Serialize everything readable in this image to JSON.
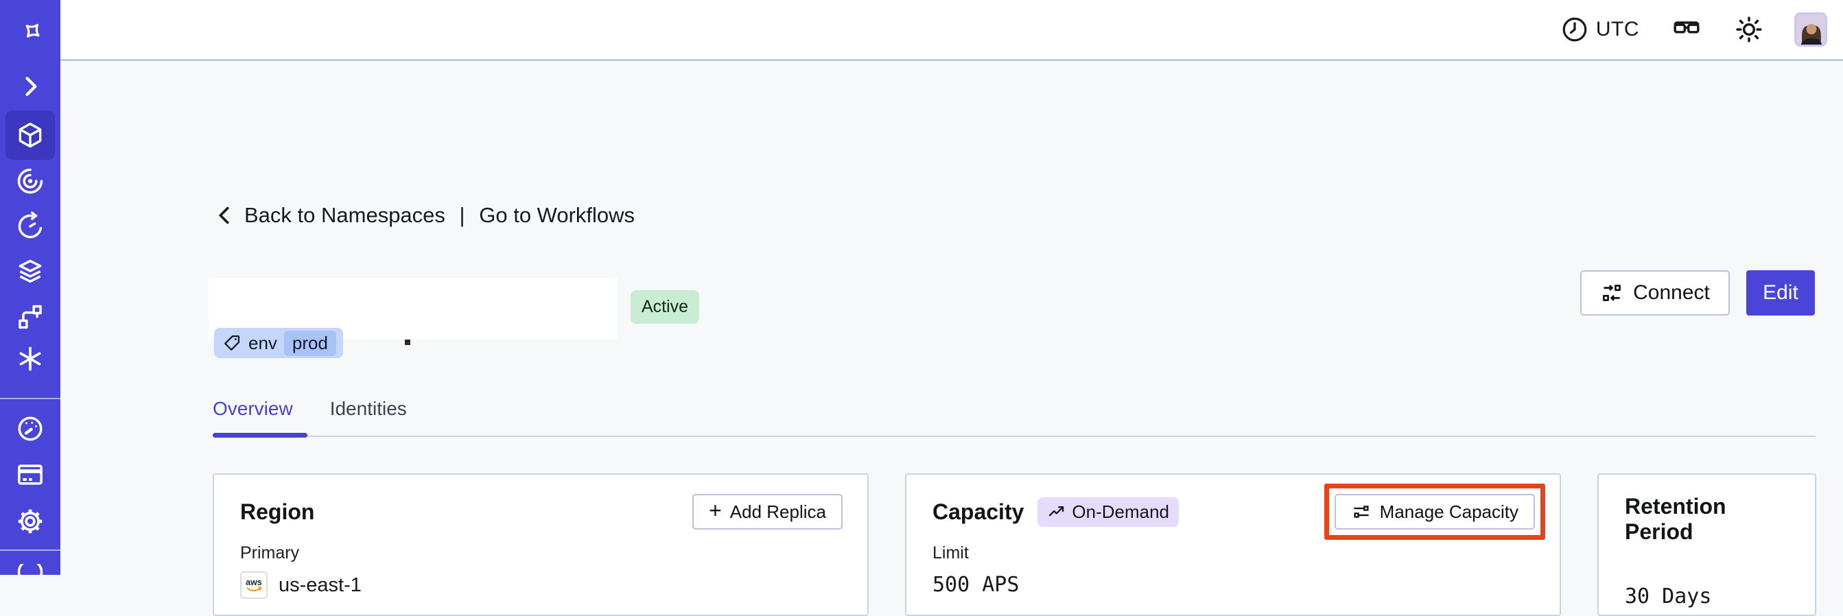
{
  "topbar": {
    "timezone": "UTC"
  },
  "sidebar": {
    "icons": [
      "temporal-logo",
      "expand-chevron",
      "namespaces",
      "workflows",
      "schedules",
      "batch-operations",
      "deployments",
      "nexus",
      "usage",
      "billing",
      "settings",
      "account"
    ]
  },
  "nav": {
    "back_label": "Back to Namespaces",
    "separator": "|",
    "workflows_label": "Go to Workflows"
  },
  "namespace": {
    "status": "Active",
    "tag_key": "env",
    "tag_value": "prod"
  },
  "actions": {
    "connect": "Connect",
    "edit": "Edit"
  },
  "tabs": [
    {
      "label": "Overview",
      "active": true
    },
    {
      "label": "Identities",
      "active": false
    }
  ],
  "cards": {
    "region": {
      "title": "Region",
      "button_plus": "+",
      "button_label": "Add Replica",
      "label": "Primary",
      "provider": "aws",
      "value": "us-east-1"
    },
    "capacity": {
      "title": "Capacity",
      "badge": "On-Demand",
      "button_label": "Manage Capacity",
      "label": "Limit",
      "value": "500 APS"
    },
    "retention": {
      "title": "Retention Period",
      "value": "30 Days"
    }
  },
  "colors": {
    "sidebar": "#4A45D9",
    "sidebar_active": "#3B37BE",
    "accent": "#4A45D8",
    "status_bg": "#C9EDD4",
    "tag_bg": "#C5D6FB",
    "tag_chip_bg": "#A9C2F7",
    "ondemand_bg": "#E4DCFA",
    "annotation": "#E8431C",
    "background": "#F7F8FA"
  }
}
